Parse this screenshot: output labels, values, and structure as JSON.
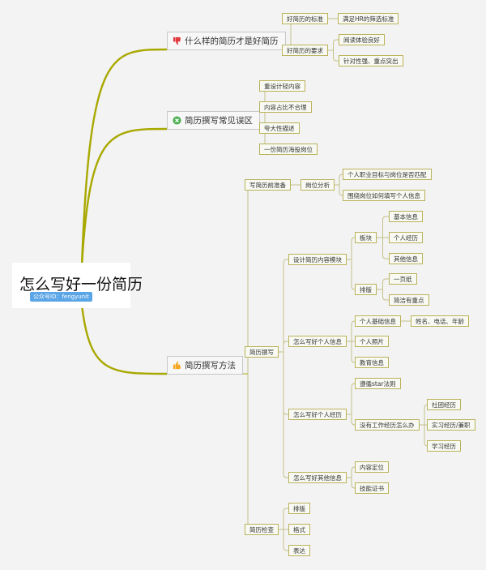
{
  "root": {
    "title": "怎么写好一份简历",
    "badge": "公众号ID：fengyunit"
  },
  "branches": {
    "b1": {
      "label": "什么样的简历才是好简历",
      "icon": "thumbs-down-icon",
      "icon_color": "#e0393e"
    },
    "b2": {
      "label": "简历撰写常见误区",
      "icon": "x-circle-icon",
      "icon_color": "#4caf50"
    },
    "b3": {
      "label": "简历撰写方法",
      "icon": "thumbs-up-icon",
      "icon_color": "#f5a623"
    }
  },
  "nodes": {
    "n1": "好简历的标准",
    "n2": "满足HR的筛选标准",
    "n3": "好简历的要求",
    "n4": "阅读体验良好",
    "n5": "针对性强、重点突出",
    "n6": "重设计轻内容",
    "n7": "内容占比不合理",
    "n8": "夸大性描述",
    "n9": "一份简历海投岗位",
    "n10": "写简历前准备",
    "n11": "岗位分析",
    "n12": "个人职业目标与岗位是否匹配",
    "n13": "围绕岗位如何填写个人信息",
    "n14": "简历撰写",
    "n15": "设计简历内容模块",
    "n16": "板块",
    "n17": "基本信息",
    "n18": "个人经历",
    "n19": "其他信息",
    "n20": "排版",
    "n21": "一页纸",
    "n22": "简洁有重点",
    "n23": "怎么写好个人信息",
    "n24": "个人基础信息",
    "n25": "姓名、电话、年龄",
    "n26": "个人照片",
    "n27": "教育信息",
    "n28": "怎么写好个人经历",
    "n29": "遵循star法则",
    "n30": "没有工作经历怎么办",
    "n31": "社团经历",
    "n32": "实习经历/兼职",
    "n33": "学习经历",
    "n34": "怎么写好其他信息",
    "n35": "内容定位",
    "n36": "技能证书",
    "n37": "简历检查",
    "n38": "排版",
    "n39": "格式",
    "n40": "表达"
  },
  "colors": {
    "branch_line": "#a8a800",
    "leaf_line": "#c6c08a",
    "background": "#f3f3f3"
  }
}
